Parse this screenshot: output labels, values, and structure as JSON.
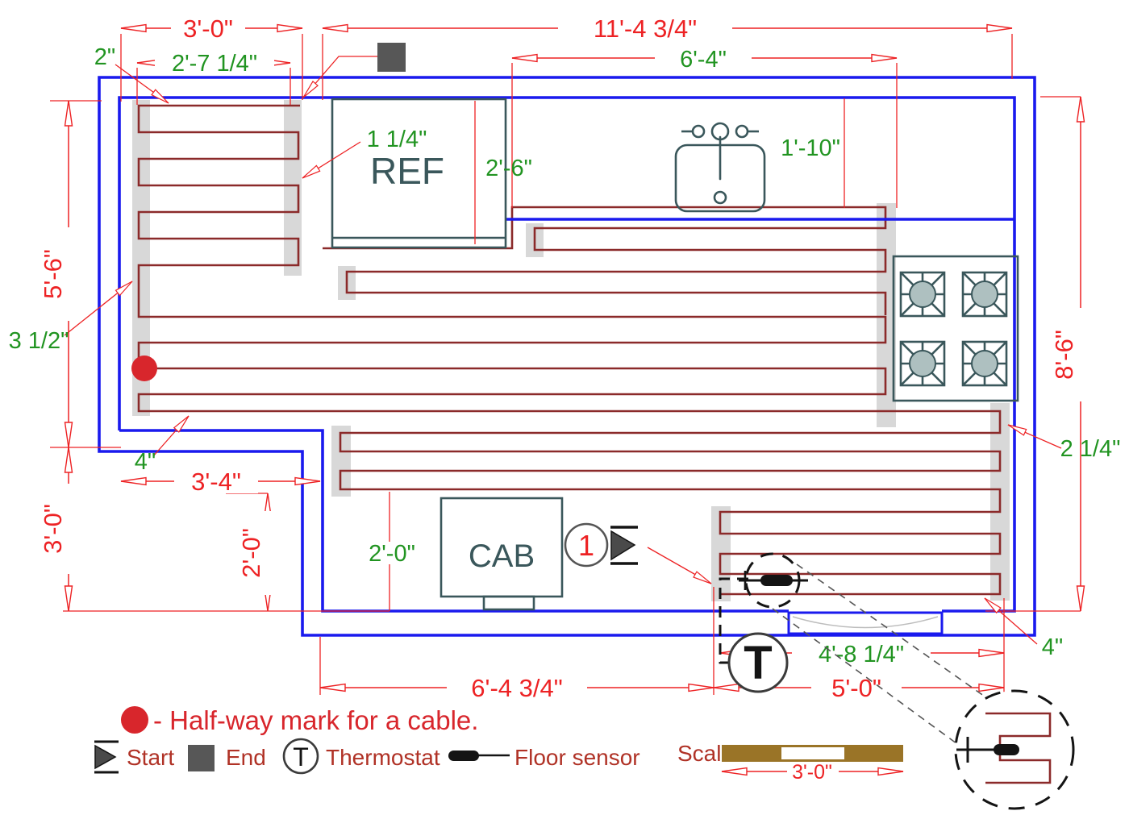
{
  "colors": {
    "dimension_red": "#ED2224",
    "note_green": "#219421",
    "wall_blue": "#1A1AEE",
    "cable_dark_red": "#8B2A2A",
    "fixture_teal": "#3A575B",
    "marker_gray": "#575757",
    "legend_text_red": "#B03226",
    "halfway_red": "#D8262C",
    "scale_brown": "#9A7427"
  },
  "fixtures": {
    "refrigerator": "REF",
    "cabinet": "CAB"
  },
  "callouts": {
    "circuit_number": "1",
    "thermostat_letter": "T",
    "legend_thermostat_letter": "T"
  },
  "dimensions": {
    "top_left_width": "3'-0\"",
    "top_right_width": "11'-4 3/4\"",
    "mat_width": "2'-7 1/4\"",
    "edge_offset": "2\"",
    "cable_to_wall": "1 1/4\"",
    "counter_width": "6'-4\"",
    "sink_depth": "1'-10\"",
    "ref_depth": "2'-6\"",
    "left_height_upper": "5'-6\"",
    "run_spacing": "3 1/2\"",
    "left_height_lower": "3'-0\"",
    "bottom_offset_left": "4\"",
    "notch_width": "3'-4\"",
    "notch_height": "2'-0\"",
    "cab_depth": "2'-0\"",
    "right_height": "8'-6\"",
    "right_spacing": "2 1/4\"",
    "sensor_width": "4'-8 1/4\"",
    "bottom_left_width": "6'-4 3/4\"",
    "bottom_right_width": "5'-0\"",
    "corner_offset_right": "4\""
  },
  "legend": {
    "halfway": "- Half-way mark for a cable.",
    "start": "Start",
    "end": "End",
    "thermostat": "Thermostat",
    "floor_sensor": "Floor sensor",
    "scale_label": "Scale",
    "scale_value": "3'-0\""
  }
}
